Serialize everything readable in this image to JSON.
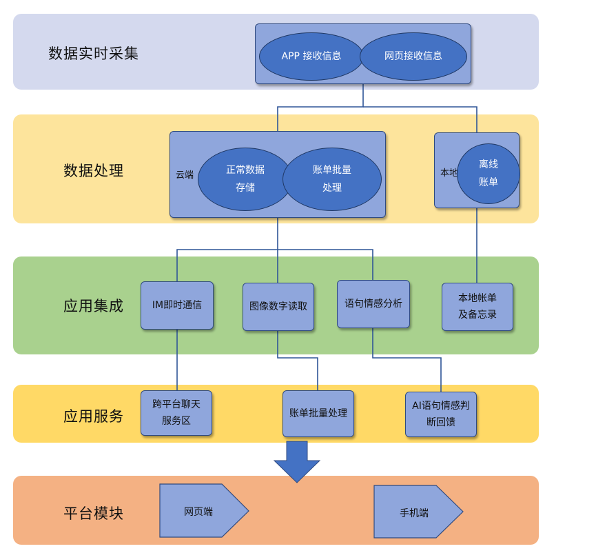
{
  "layers": {
    "collection": {
      "label": "数据实时采集"
    },
    "processing": {
      "label": "数据处理"
    },
    "integration": {
      "label": "应用集成"
    },
    "service": {
      "label": "应用服务"
    },
    "platform": {
      "label": "平台模块"
    }
  },
  "collection": {
    "app_receive": "APP 接收信息",
    "web_receive": "网页接收信息"
  },
  "processing": {
    "cloud_label": "云端",
    "normal_storage": "正常数据\n存储",
    "batch_billing": "账单批量\n处理",
    "local_label": "本地",
    "offline_bill": "离线\n账单"
  },
  "integration": {
    "im": "IM即时通信",
    "image_read": "图像数字读取",
    "sentiment": "语句情感分析",
    "local_memo": "本地帐单\n及备忘录"
  },
  "service": {
    "chat": "跨平台聊天\n服务区",
    "batch": "账单批量处理",
    "ai_feedback": "AI语句情感判\n断回馈"
  },
  "platform": {
    "web": "网页端",
    "mobile": "手机端"
  },
  "colors": {
    "collection_band": "#d4d9ee",
    "processing_band": "#fde49c",
    "integration_band": "#a9d18e",
    "service_band": "#ffd966",
    "platform_band": "#f4b183",
    "box_fill": "#8fa6dc",
    "ellipse_fill": "#4472c4",
    "connector": "#2f5597",
    "arrow": "#4472c4"
  }
}
